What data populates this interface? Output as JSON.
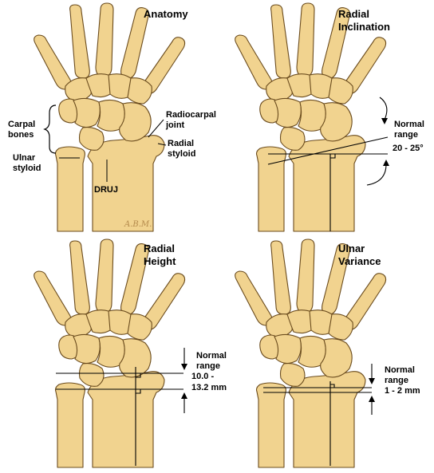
{
  "colors": {
    "bone": "#f1d38f",
    "bone_shadow": "#d2ab5e",
    "outline": "#6b4c1e",
    "line": "#000000"
  },
  "panels": {
    "anatomy": {
      "title": "Anatomy",
      "labels": {
        "carpal_bones": "Carpal bones",
        "radiocarpal_joint": "Radiocarpal joint",
        "radial_styloid": "Radial styloid",
        "ulnar_styloid": "Ulnar styloid",
        "druj": "DRUJ"
      },
      "signature": "A.B.M."
    },
    "radial_inclination": {
      "title_line1": "Radial",
      "title_line2": "Inclination",
      "normal_label": "Normal range",
      "value": "20 - 25°"
    },
    "radial_height": {
      "title_line1": "Radial",
      "title_line2": "Height",
      "normal_label": "Normal range",
      "value_line1": "10.0 -",
      "value_line2": "13.2 mm"
    },
    "ulnar_variance": {
      "title_line1": "Ulnar",
      "title_line2": "Variance",
      "normal_label": "Normal range",
      "value": "1 - 2 mm"
    }
  }
}
